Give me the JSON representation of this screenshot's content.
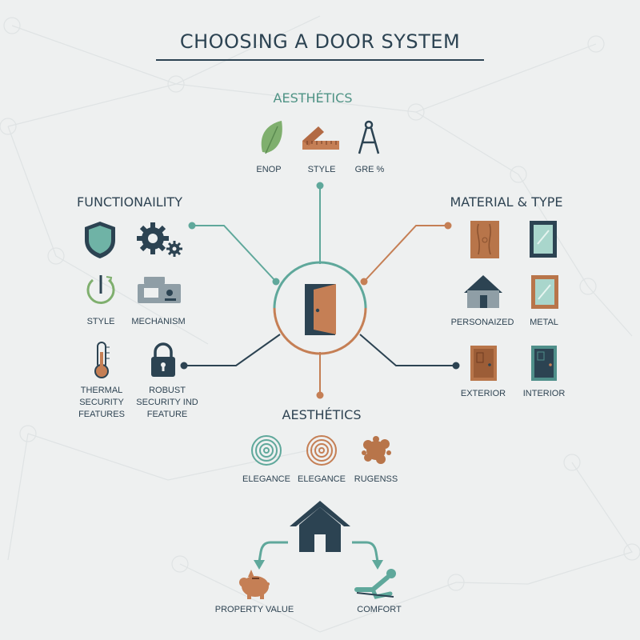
{
  "title": "CHOOSING A DOOR SYSTEM",
  "aesthetics_top": {
    "heading": "AESTHÉTICS",
    "items": [
      {
        "label": "ENOP",
        "icon": "leaf-icon"
      },
      {
        "label": "STYLE",
        "icon": "ruler-icon"
      },
      {
        "label": "GRE %",
        "icon": "compass-icon"
      }
    ]
  },
  "functionality": {
    "heading": "FUNCTIONAILITY",
    "items": [
      {
        "label": "",
        "icon": "shield-icon"
      },
      {
        "label": "",
        "icon": "gears-icon"
      },
      {
        "label": "STYLE",
        "icon": "power-icon"
      },
      {
        "label": "MECHANISM",
        "icon": "control-panel-icon"
      },
      {
        "label": "THERMAL SECURITY FEATURES",
        "icon": "thermometer-icon"
      },
      {
        "label": "ROBUST SECURITY IND FEATURE",
        "icon": "padlock-icon"
      }
    ]
  },
  "material_type": {
    "heading": "MATERIAL & TYPE",
    "items": [
      {
        "label": "",
        "icon": "wood-door-icon"
      },
      {
        "label": "",
        "icon": "glass-door-icon"
      },
      {
        "label": "PERSONAIZED",
        "icon": "house-icon"
      },
      {
        "label": "METAL",
        "icon": "metal-door-icon"
      },
      {
        "label": "EXTERIOR",
        "icon": "exterior-door-icon"
      },
      {
        "label": "INTERIOR",
        "icon": "interior-door-icon"
      }
    ]
  },
  "aesthetics_bottom": {
    "heading": "AESTHÉTICS",
    "items": [
      {
        "label": "ELEGANCE",
        "icon": "teal-swirl-icon"
      },
      {
        "label": "ELEGANCE",
        "icon": "orange-swirl-icon"
      },
      {
        "label": "RUGENSS",
        "icon": "texture-splat-icon"
      }
    ]
  },
  "outcomes": {
    "items": [
      {
        "label": "PROPERTY VALUE",
        "icon": "piggy-bank-icon"
      },
      {
        "label": "COMFORT",
        "icon": "reclining-person-icon"
      }
    ]
  },
  "colors": {
    "navy": "#2c4352",
    "teal": "#5fa89b",
    "copper": "#c57f55",
    "background": "#eef0f0"
  }
}
